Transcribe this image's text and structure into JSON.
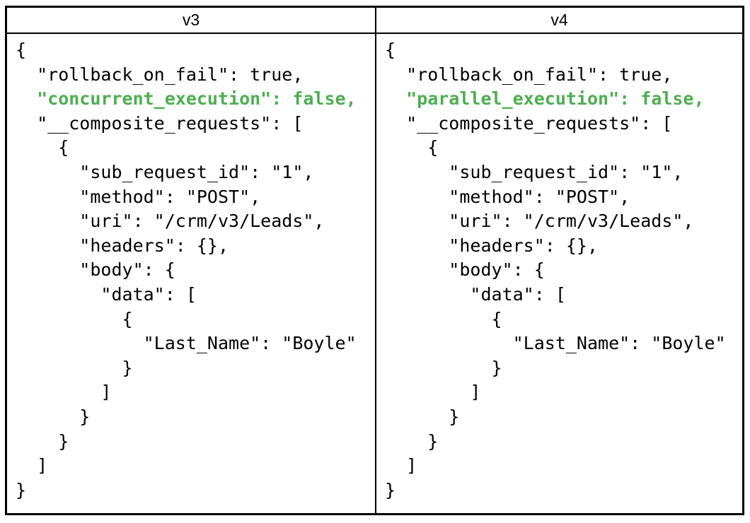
{
  "colors": {
    "highlight_green": "#4caf50",
    "border_black": "#000000",
    "code_text": "#000000",
    "background": "#ffffff"
  },
  "table": {
    "columns": [
      {
        "header": "v3",
        "highlight_line_index": 2,
        "code_lines": [
          "{",
          "  \"rollback_on_fail\": true,",
          "  \"concurrent_execution\": false,",
          "  \"__composite_requests\": [",
          "    {",
          "      \"sub_request_id\": \"1\",",
          "      \"method\": \"POST\",",
          "      \"uri\": \"/crm/v3/Leads\",",
          "      \"headers\": {},",
          "      \"body\": {",
          "        \"data\": [",
          "          {",
          "            \"Last_Name\": \"Boyle\"",
          "          }",
          "        ]",
          "      }",
          "    }",
          "  ]",
          "}"
        ]
      },
      {
        "header": "v4",
        "highlight_line_index": 2,
        "code_lines": [
          "{",
          "  \"rollback_on_fail\": true,",
          "  \"parallel_execution\": false,",
          "  \"__composite_requests\": [",
          "    {",
          "      \"sub_request_id\": \"1\",",
          "      \"method\": \"POST\",",
          "      \"uri\": \"/crm/v3/Leads\",",
          "      \"headers\": {},",
          "      \"body\": {",
          "        \"data\": [",
          "          {",
          "            \"Last_Name\": \"Boyle\"",
          "          }",
          "        ]",
          "      }",
          "    }",
          "  ]",
          "}"
        ]
      }
    ]
  }
}
